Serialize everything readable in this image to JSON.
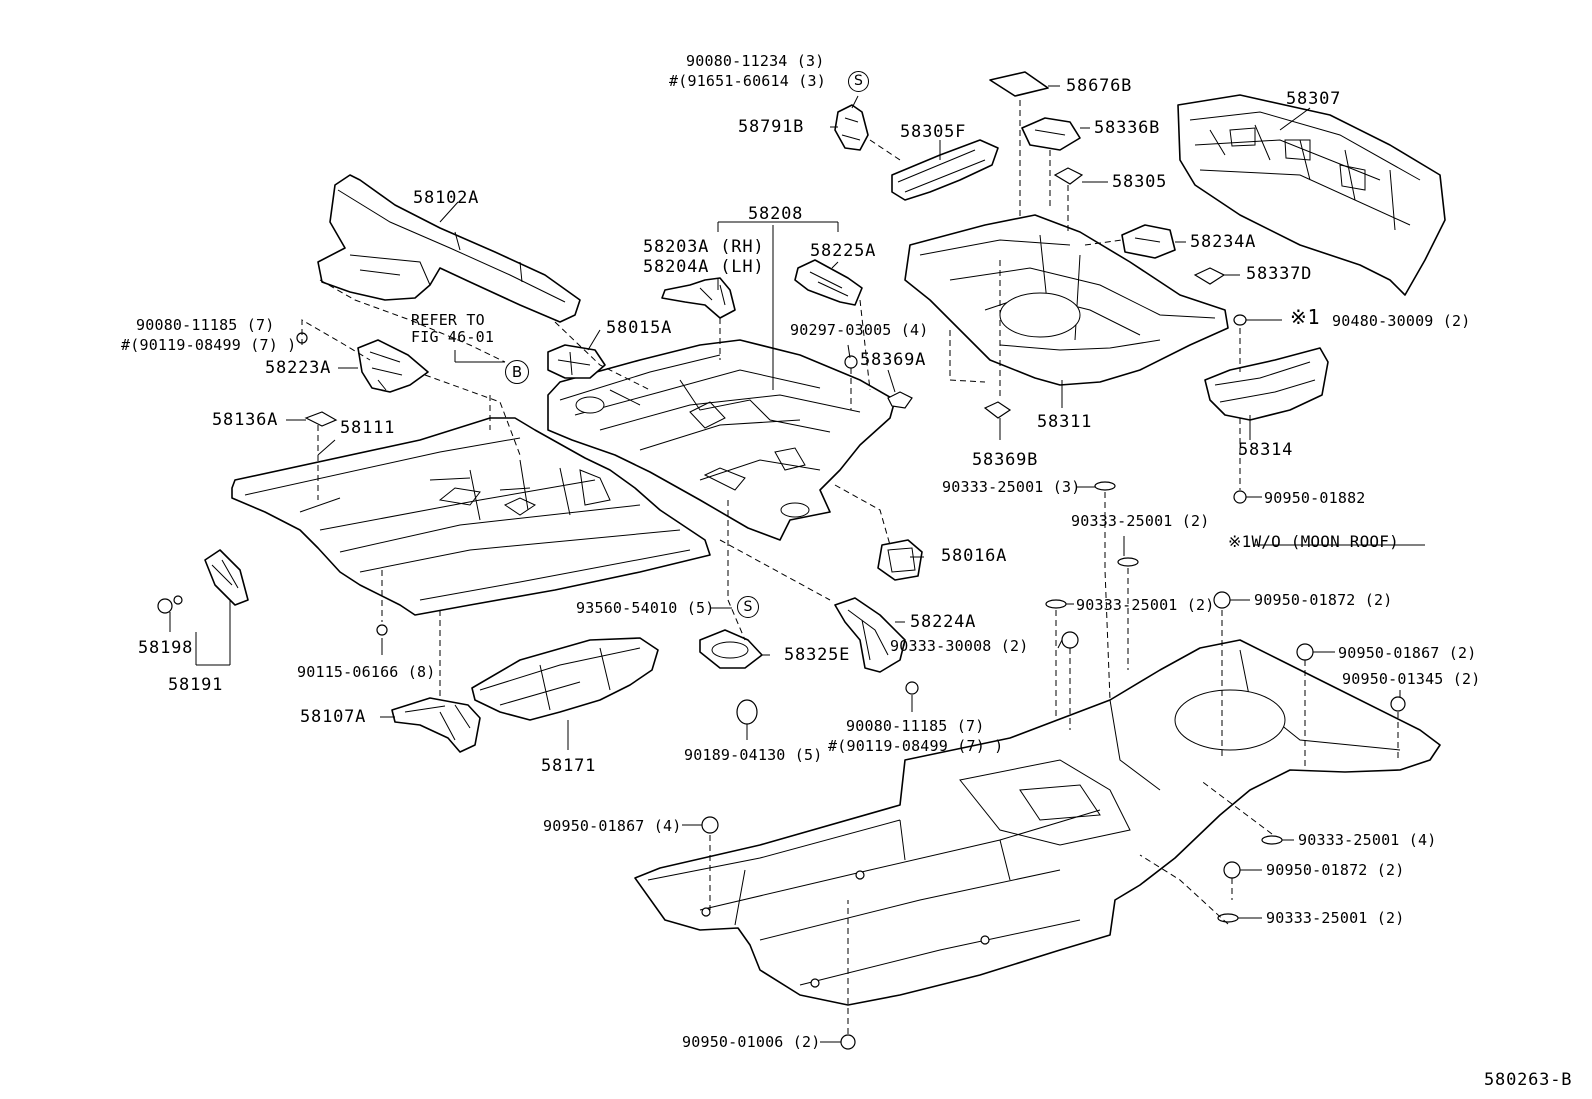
{
  "labels": {
    "p90080_11234": "90080-11234 (3)",
    "p91651": "#(91651-60614 (3)",
    "p58791B": "58791B",
    "p58305F": "58305F",
    "p58676B": "58676B",
    "p58336B": "58336B",
    "p58307": "58307",
    "p58305": "58305",
    "p58102A": "58102A",
    "p58208": "58208",
    "p58203A": "58203A (RH)",
    "p58204A": "58204A (LH)",
    "p58225A": "58225A",
    "p58234A": "58234A",
    "p58337D": "58337D",
    "p90080_11185_a": "90080-11185 (7)",
    "p90119_a": "#(90119-08499 (7) )",
    "refer1": "REFER TO",
    "refer2": "FIG 46-01",
    "p58015A": "58015A",
    "p90297": "90297-03005 (4)",
    "mark1_top": "※1",
    "p90480": "90480-30009 (2)",
    "p58223A": "58223A",
    "p58369A": "58369A",
    "p58136A": "58136A",
    "p58111": "58111",
    "p58311": "58311",
    "p58314": "58314",
    "p58369B": "58369B",
    "p90333_25001_3": "90333-25001 (3)",
    "p90950_01882": "90950-01882",
    "p90333_25001_2a": "90333-25001 (2)",
    "moonroof": "※1W/O (MOON ROOF)",
    "p58016A": "58016A",
    "p58198": "58198",
    "p58191": "58191",
    "p93560": "93560-54010 (5)",
    "p58224A": "58224A",
    "p90333_25001_2b": "90333-25001 (2)",
    "p90950_01872_a": "90950-01872 (2)",
    "p58325E": "58325E",
    "p90333_30008": "90333-30008 (2)",
    "p90950_01867_a": "90950-01867 (2)",
    "p90115": "90115-06166 (8)",
    "p90950_01345": "90950-01345 (2)",
    "p58107A": "58107A",
    "p90080_11185_b": "90080-11185 (7)",
    "p90119_b": "#(90119-08499 (7) )",
    "p90189": "90189-04130 (5)",
    "p58171": "58171",
    "p90950_01867_b": "90950-01867 (4)",
    "p90333_25001_4": "90333-25001 (4)",
    "p90950_01872_b": "90950-01872 (2)",
    "p90333_25001_2c": "90333-25001 (2)",
    "p90950_01006": "90950-01006 (2)",
    "footer": "580263-B"
  },
  "callouts": {
    "s_top": "S",
    "b_ref": "B",
    "s_mid": "S"
  }
}
